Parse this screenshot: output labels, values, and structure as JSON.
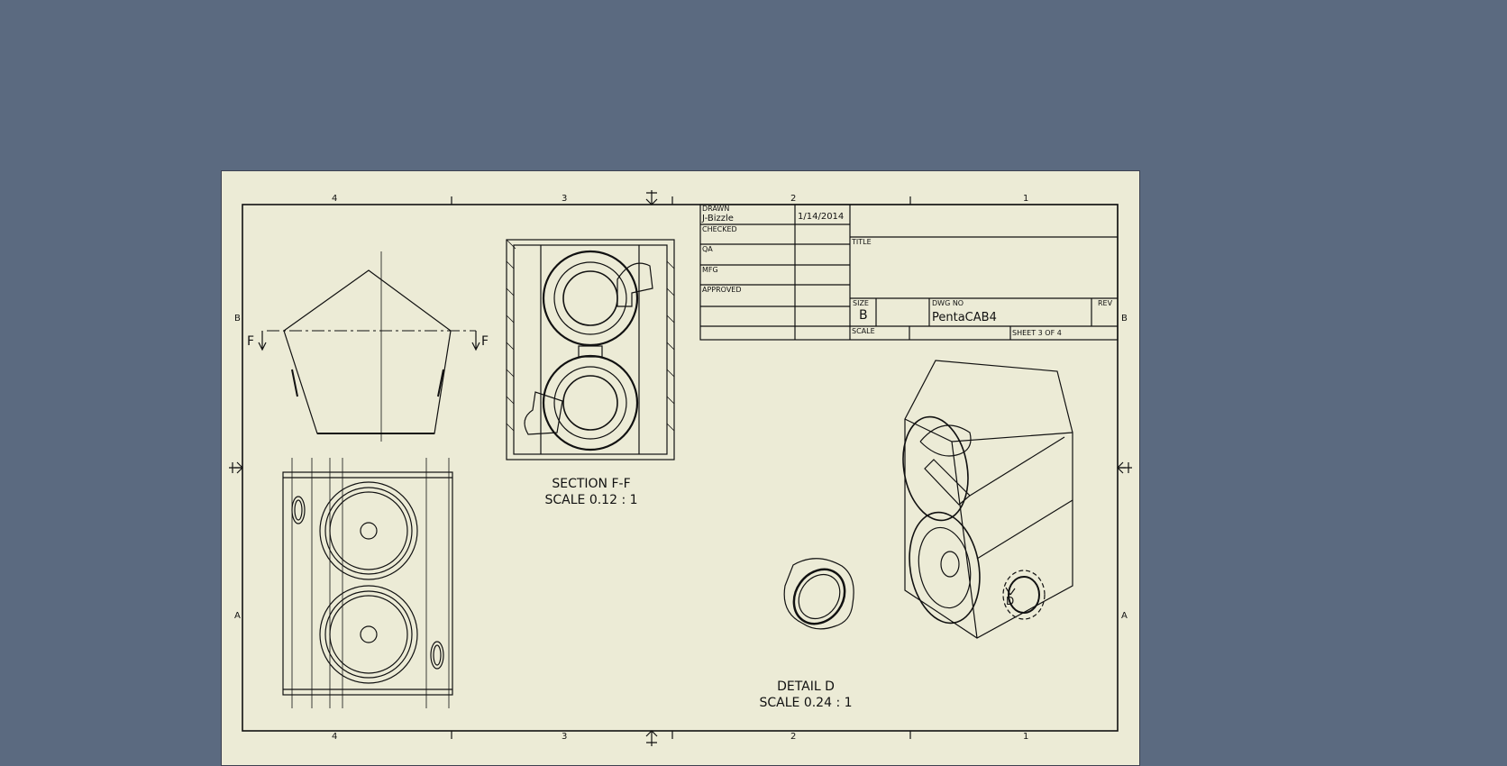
{
  "colors": {
    "background": "#5b6a80",
    "sheet": "#ecebd6",
    "line": "#111111"
  },
  "zones": {
    "top": [
      "4",
      "3",
      "2",
      "1"
    ],
    "bottom": [
      "4",
      "3",
      "2",
      "1"
    ],
    "left": [
      "B",
      "A"
    ],
    "right": [
      "B",
      "A"
    ]
  },
  "title_block": {
    "drawn_label": "DRAWN",
    "drawn_by": "J-Bizzle",
    "drawn_date": "1/14/2014",
    "checked_label": "CHECKED",
    "qa_label": "QA",
    "mfg_label": "MFG",
    "approved_label": "APPROVED",
    "title_label": "TITLE",
    "size_label": "SIZE",
    "size_value": "B",
    "dwg_no_label": "DWG NO",
    "dwg_no_value": "PentaCAB4",
    "rev_label": "REV",
    "scale_label": "SCALE",
    "sheet_text": "SHEET 3   OF 4"
  },
  "views": {
    "section_mark_left": "F",
    "section_mark_right": "F",
    "section_caption_line1": "SECTION F-F",
    "section_caption_line2": "SCALE 0.12 : 1",
    "detail_caption_line1": "DETAIL  D",
    "detail_caption_line2": "SCALE 0.24 : 1",
    "detail_marker": "D"
  }
}
